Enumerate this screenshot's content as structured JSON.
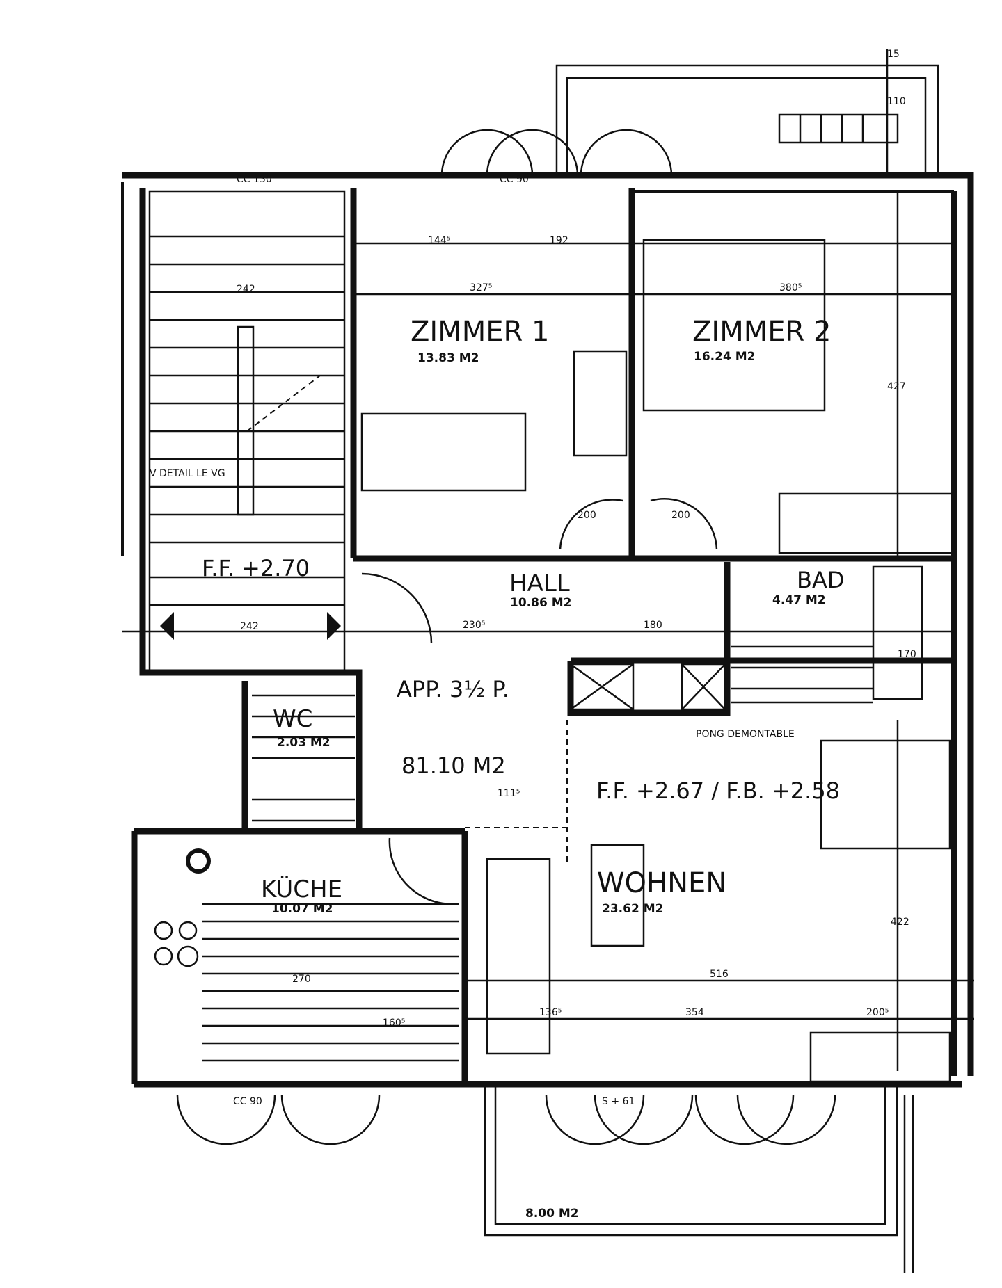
{
  "rooms": {
    "zimmer1": {
      "label": "ZIMMER 1",
      "area": "13.83 M2"
    },
    "zimmer2": {
      "label": "ZIMMER 2",
      "area": "16.24 M2"
    },
    "hall": {
      "label": "HALL",
      "area": "10.86 M2"
    },
    "bad": {
      "label": "BAD",
      "area": "4.47 M2"
    },
    "wc": {
      "label": "WC",
      "area": "2.03 M2"
    },
    "kueche": {
      "label": "KÜCHE",
      "area": "10.07 M2"
    },
    "wohnen": {
      "label": "WOHNEN",
      "area": "23.62 M2"
    },
    "balcony": {
      "area": "8.00 M2"
    }
  },
  "apartment": {
    "label": "APP. 3½ P.",
    "area": "81.10 M2",
    "level": "F.F. +2.67 / F.B. +2.58"
  },
  "stair": {
    "level": "F.F. +2.70",
    "note": "V DETAIL LE VG"
  },
  "notes": {
    "partition": "PONG DEMONTABLE",
    "cc_top_left": "CC 130",
    "cc_top_mid": "CC 90",
    "cc_bottom": "CC 90",
    "window_bottom": "S + 61"
  },
  "dimensions": [
    "144⁵",
    "192",
    "327⁵",
    "380⁵",
    "427",
    "200",
    "200",
    "230⁵",
    "180",
    "170",
    "111⁵",
    "516",
    "354",
    "200⁵",
    "136⁵",
    "422",
    "110",
    "15",
    "242",
    "242",
    "160⁵",
    "270"
  ]
}
